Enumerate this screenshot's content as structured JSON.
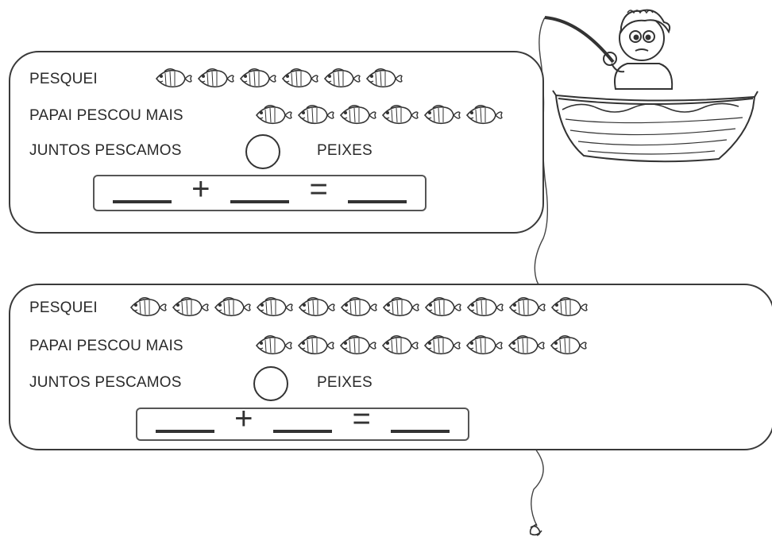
{
  "exercises": [
    {
      "row1_label": "PESQUEI",
      "row1_fish_count": 6,
      "row2_label": "PAPAI PESCOU MAIS",
      "row2_fish_count": 6,
      "row3_label": "JUNTOS PESCAMOS",
      "row3_unit": "PEIXES",
      "equation_plus": "+",
      "equation_equals": "="
    },
    {
      "row1_label": "PESQUEI",
      "row1_fish_count": 11,
      "row2_label": "PAPAI PESCOU MAIS",
      "row2_fish_count": 8,
      "row3_label": "JUNTOS PESCAMOS",
      "row3_unit": "PEIXES",
      "equation_plus": "+",
      "equation_equals": "="
    }
  ],
  "illustration": {
    "subject": "boy-fishing-in-boat",
    "icon": "fishing-boy-icon"
  },
  "colors": {
    "line": "#333333",
    "paper": "#ffffff"
  }
}
